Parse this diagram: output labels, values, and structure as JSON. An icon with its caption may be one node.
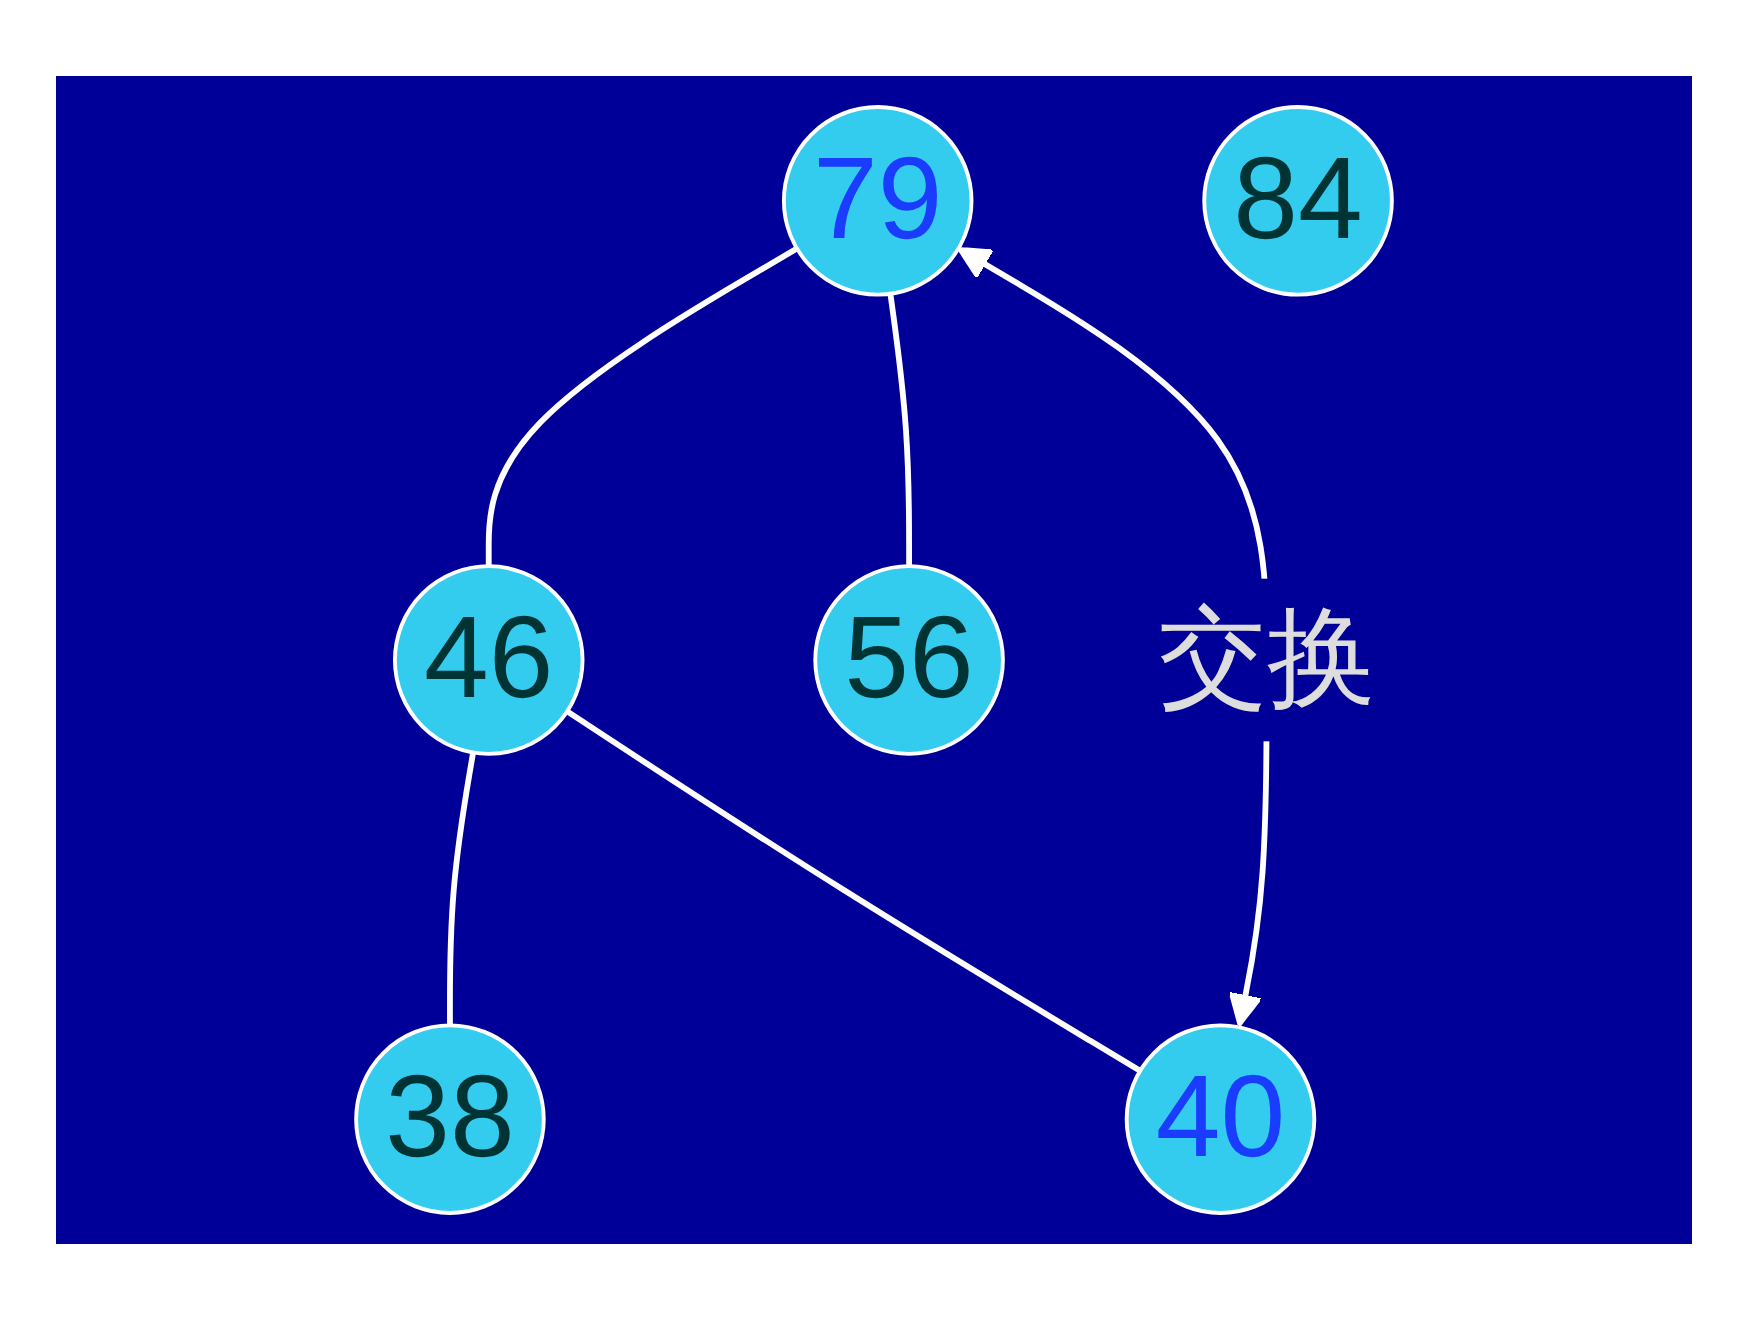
{
  "diagram": {
    "nodes": [
      {
        "text": [
          "79"
        ]
      },
      {
        "text": [
          "46"
        ]
      },
      {
        "text": [
          "56"
        ]
      },
      {
        "text": [
          "38"
        ]
      },
      {
        "text": [
          "40"
        ]
      },
      {
        "text": [
          "84"
        ]
      }
    ],
    "edges": [
      {
        "from": 0,
        "to": 1,
        "arrow": "none"
      },
      {
        "from": 0,
        "to": 2,
        "arrow": "none"
      },
      {
        "from": 1,
        "to": 3,
        "arrow": "none"
      },
      {
        "from": 1,
        "to": 4,
        "arrow": "none"
      },
      {
        "from": 4,
        "to": 0,
        "arrow": "both",
        "label": "交换"
      }
    ]
  }
}
